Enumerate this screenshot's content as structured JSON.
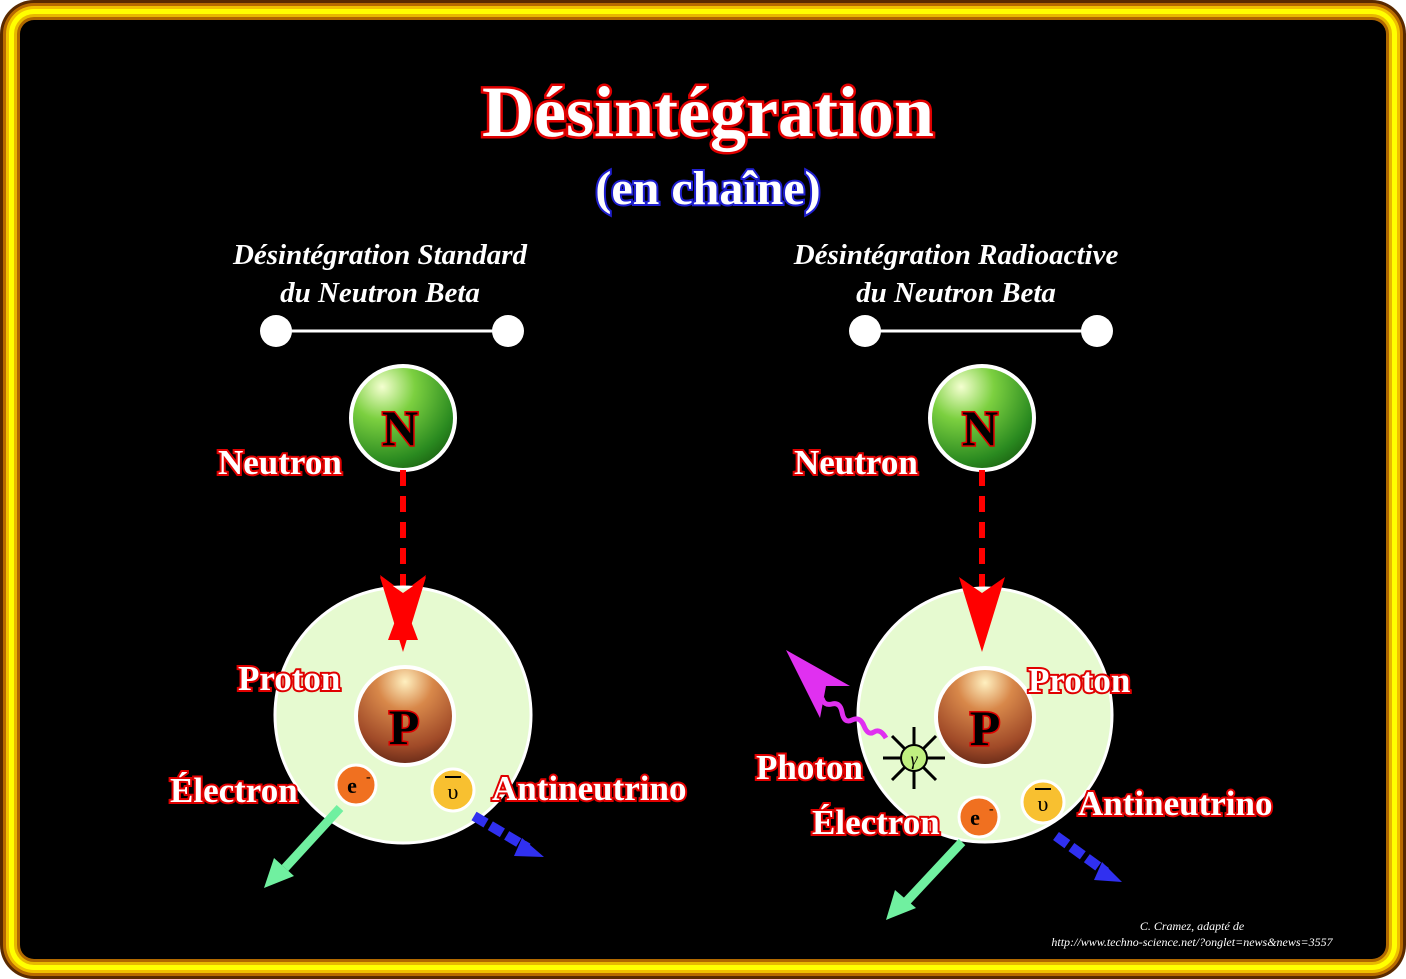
{
  "title": "Désintégration",
  "subtitle": "(en chaîne)",
  "panels": [
    {
      "heading_line1": "Désintégration Standard",
      "heading_line2": "du Neutron Beta",
      "neutron_symbol": "N",
      "neutron_label": "Neutron",
      "proton_symbol": "P",
      "proton_label": "Proton",
      "electron_symbol": "e",
      "electron_sup": "-",
      "electron_label": "Électron",
      "antineutrino_symbol": "υ",
      "antineutrino_label": "Antineutrino"
    },
    {
      "heading_line1": "Désintégration Radioactive",
      "heading_line2": "du Neutron Beta",
      "neutron_symbol": "N",
      "neutron_label": "Neutron",
      "proton_symbol": "P",
      "proton_label": "Proton",
      "photon_symbol": "γ",
      "photon_label": "Photon",
      "electron_symbol": "e",
      "electron_sup": "-",
      "electron_label": "Électron",
      "antineutrino_symbol": "υ",
      "antineutrino_label": "Antineutrino"
    }
  ],
  "credit_line1": "C. Cramez, adapté de",
  "credit_line2": "http://www.techno-science.net/?onglet=news&news=3557",
  "colors": {
    "background": "#000000",
    "frame_yellow": "#ffff00",
    "label_outline": "#e00000",
    "subtitle_outline": "#2020d0",
    "atom_fill": "#e6fad0",
    "neutron_green": "#44b030",
    "proton_brown": "#b85a30",
    "electron_orange": "#f07020",
    "antineutrino_yellow": "#f8c030",
    "electron_arrow": "#70f0a0",
    "antineutrino_arrow": "#3030f0",
    "photon_magenta": "#e030f0",
    "decay_arrow": "#ff0000"
  }
}
